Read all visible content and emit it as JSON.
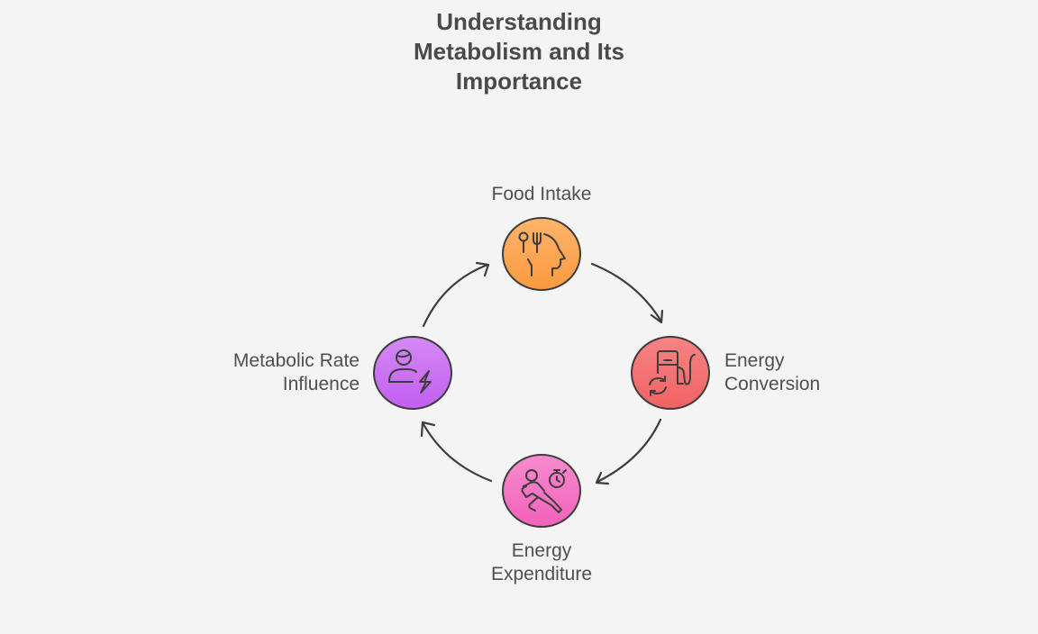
{
  "title": "Understanding\nMetabolism and Its\nImportance",
  "cycle": {
    "direction": "clockwise",
    "nodes": [
      {
        "id": "food-intake",
        "label": "Food Intake",
        "icon": "head-with-utensils-icon",
        "color": "#fca24e",
        "color_light": "#fdb46b",
        "position": "top"
      },
      {
        "id": "energy-conversion",
        "label": "Energy\nConversion",
        "icon": "fuel-pump-refresh-icon",
        "color": "#f36b6b",
        "color_light": "#f68484",
        "position": "right"
      },
      {
        "id": "energy-expenditure",
        "label": "Energy\nExpenditure",
        "icon": "runner-stopwatch-icon",
        "color": "#f46cc0",
        "color_light": "#f78bcf",
        "position": "bottom"
      },
      {
        "id": "metabolic-rate-influence",
        "label": "Metabolic Rate\nInfluence",
        "icon": "person-lightning-icon",
        "color": "#c86af2",
        "color_light": "#d48af5",
        "position": "left"
      }
    ],
    "arrows": [
      {
        "from": "food-intake",
        "to": "energy-conversion"
      },
      {
        "from": "energy-conversion",
        "to": "energy-expenditure"
      },
      {
        "from": "energy-expenditure",
        "to": "metabolic-rate-influence"
      },
      {
        "from": "metabolic-rate-influence",
        "to": "food-intake"
      }
    ],
    "stroke_color": "#3d3d3d"
  }
}
